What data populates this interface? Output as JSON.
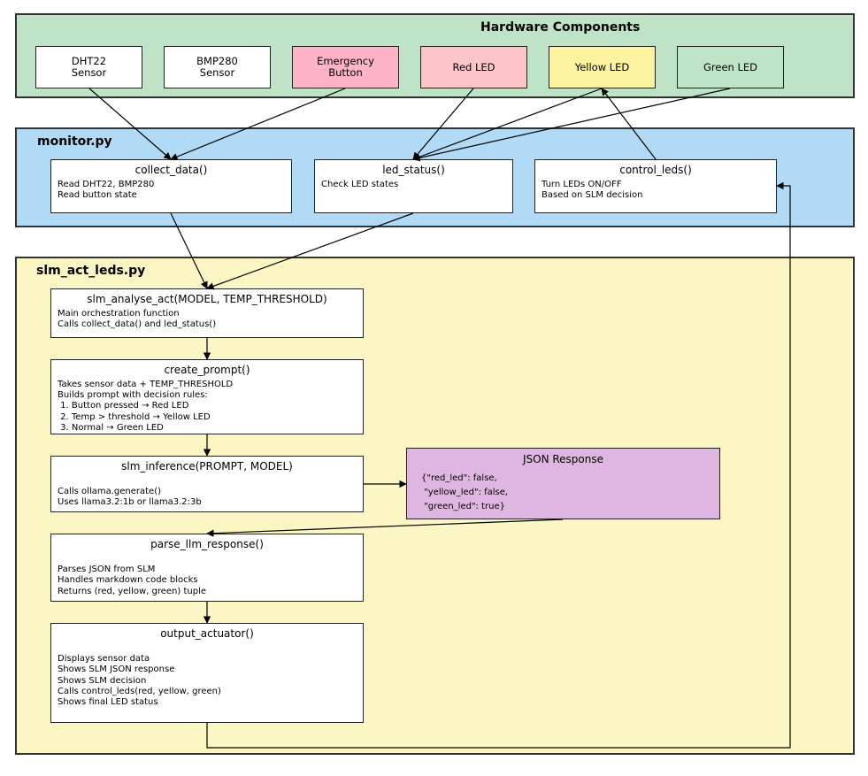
{
  "colors": {
    "hardware_bg": "#bfe3c6",
    "monitor_bg": "#b0daf6",
    "slm_bg": "#fbf6c4",
    "emergency": "#fdb4c9",
    "red_led": "#fdc5c9",
    "yellow_led": "#fdf39f",
    "green_led": "#bfe3c6",
    "json_bg": "#dfb6e1"
  },
  "hardware": {
    "title": "Hardware Components",
    "components": [
      {
        "label": "DHT22\nSensor"
      },
      {
        "label": "BMP280\nSensor"
      },
      {
        "label": "Emergency\nButton"
      },
      {
        "label": "Red LED"
      },
      {
        "label": "Yellow LED"
      },
      {
        "label": "Green LED"
      }
    ]
  },
  "monitor": {
    "title": "monitor.py",
    "functions": [
      {
        "name": "collect_data()",
        "desc": "Read DHT22, BMP280\nRead button state"
      },
      {
        "name": "led_status()",
        "desc": "Check LED states"
      },
      {
        "name": "control_leds()",
        "desc": "Turn LEDs ON/OFF\nBased on SLM decision"
      }
    ]
  },
  "slm": {
    "title": "slm_act_leds.py",
    "functions": [
      {
        "name": "slm_analyse_act(MODEL, TEMP_THRESHOLD)",
        "desc": "Main orchestration function\nCalls collect_data() and led_status()"
      },
      {
        "name": "create_prompt()",
        "desc": "Takes sensor data + TEMP_THRESHOLD\nBuilds prompt with decision rules:\n 1. Button pressed → Red LED\n 2. Temp > threshold → Yellow LED\n 3. Normal → Green LED"
      },
      {
        "name": "slm_inference(PROMPT, MODEL)",
        "desc": "\nCalls ollama.generate()\nUses llama3.2:1b or llama3.2:3b"
      },
      {
        "name": "parse_llm_response()",
        "desc": "\nParses JSON from SLM\nHandles markdown code blocks\nReturns (red, yellow, green) tuple"
      },
      {
        "name": "output_actuator()",
        "desc": "\nDisplays sensor data\nShows SLM JSON response\nShows SLM decision\nCalls control_leds(red, yellow, green)\nShows final LED status"
      }
    ],
    "json_response": {
      "title": "JSON Response",
      "body": "{\"red_led\": false,\n \"yellow_led\": false,\n \"green_led\": true}"
    }
  }
}
